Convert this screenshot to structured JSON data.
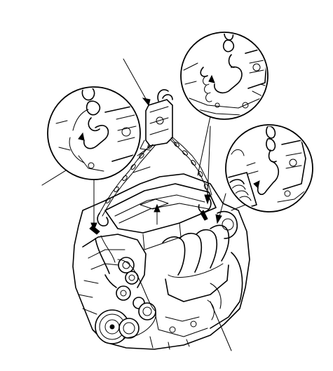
{
  "diagram": {
    "type": "technical-line-illustration",
    "subject_icons": [
      "engine-icon",
      "lifting-chain-icon",
      "hook-icon",
      "bracket-icon"
    ],
    "callouts": [
      "detail-circle-rear-bracket",
      "detail-circle-top-bracket",
      "detail-circle-right-hook",
      "detail-circle-left-hook"
    ],
    "stroke_color": "#000000",
    "background_color": "#ffffff"
  }
}
